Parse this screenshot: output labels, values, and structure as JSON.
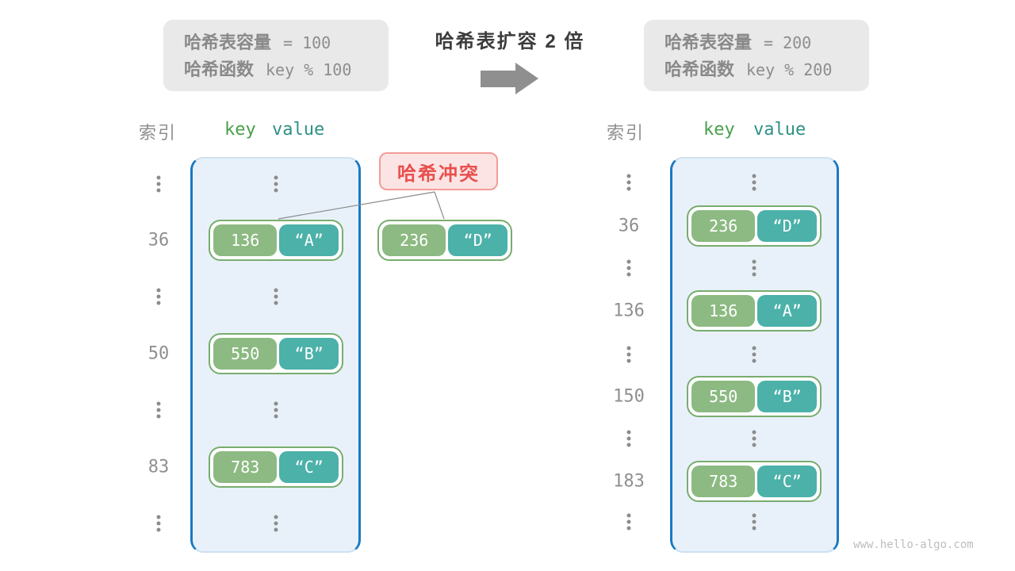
{
  "info_box_old": {
    "capacity_label": "哈希表容量",
    "capacity_value": "= 100",
    "function_label": "哈希函数",
    "function_value": "key % 100"
  },
  "expand": {
    "title": "哈希表扩容 2 倍",
    "arrow_icon": "right-block-arrow"
  },
  "info_box_new": {
    "capacity_label": "哈希表容量",
    "capacity_value": "= 200",
    "function_label": "哈希函数",
    "function_value": "key % 200"
  },
  "collision": {
    "label": "哈希冲突"
  },
  "floating_pair": {
    "key": "236",
    "value": "“D”"
  },
  "left_table": {
    "header": {
      "index": "索引",
      "key": "key",
      "value": "value"
    },
    "pairs": [
      {
        "index": "36",
        "key": "136",
        "value": "“A”"
      },
      {
        "index": "50",
        "key": "550",
        "value": "“B”"
      },
      {
        "index": "83",
        "key": "783",
        "value": "“C”"
      }
    ]
  },
  "right_table": {
    "header": {
      "index": "索引",
      "key": "key",
      "value": "value"
    },
    "pairs": [
      {
        "index": "36",
        "key": "236",
        "value": "“D”"
      },
      {
        "index": "136",
        "key": "136",
        "value": "“A”"
      },
      {
        "index": "150",
        "key": "550",
        "value": "“B”"
      },
      {
        "index": "183",
        "key": "783",
        "value": "“C”"
      }
    ]
  },
  "watermark": "www.hello-algo.com",
  "colors": {
    "accent_blue": "#1a79c2",
    "bucket_fill": "#e8f1fa",
    "key_green": "#8cba82",
    "value_teal": "#4bb1a9",
    "pair_border_green": "#78ad6e",
    "collision_red": "#e7504e",
    "collision_fill": "#fce4e4",
    "info_gray": "#e9e9e9",
    "text_gray": "#8f8f8f"
  }
}
